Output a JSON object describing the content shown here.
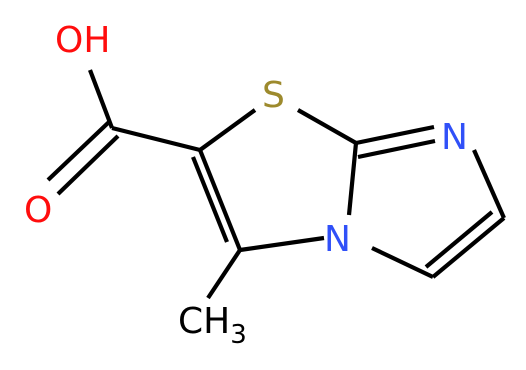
{
  "colors": {
    "carbon": "#000000",
    "oxygen": "#ff0d0d",
    "nitrogen": "#3050f8",
    "sulfur": "#9d8a2d",
    "background": "#ffffff"
  },
  "atoms": {
    "hydroxyl": "OH",
    "carbonyl_oxygen": "O",
    "sulfur": "S",
    "nitrogen_imine": "N",
    "nitrogen_bridge": "N",
    "methyl_main": "CH",
    "methyl_subscript": "3"
  }
}
